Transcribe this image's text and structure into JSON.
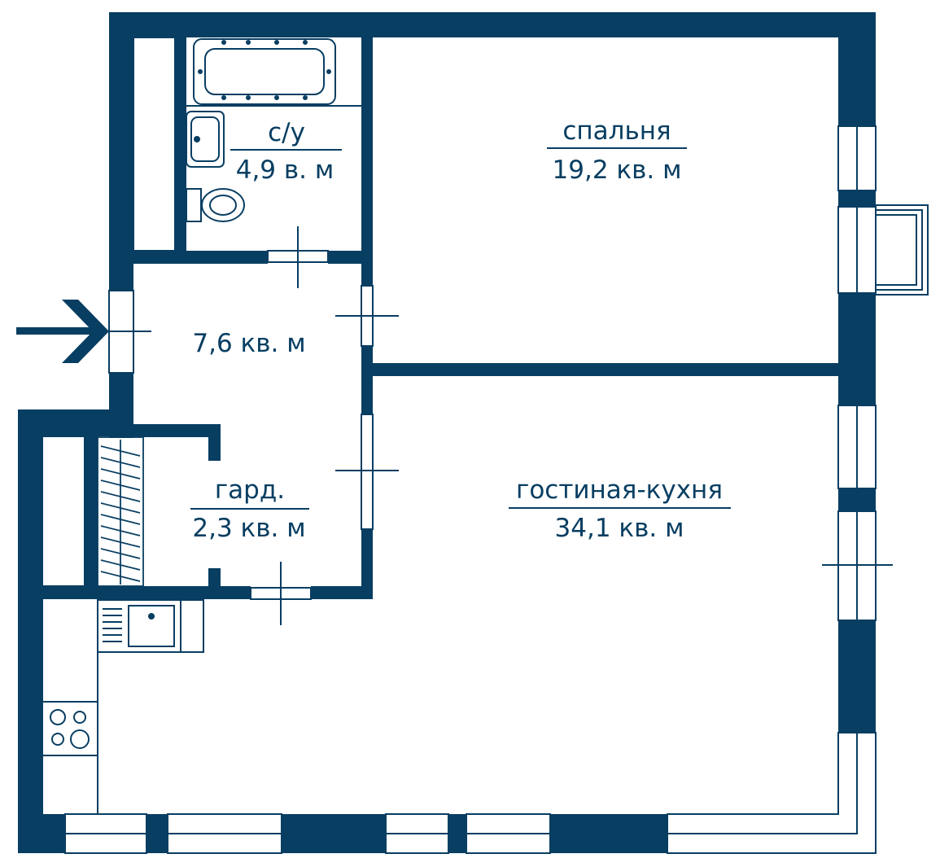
{
  "colors": {
    "wall": "#083e62",
    "background": "#ffffff"
  },
  "rooms": {
    "bathroom": {
      "name": "с/у",
      "area": "4,9 в. м"
    },
    "bedroom": {
      "name": "спальня",
      "area": "19,2 кв. м"
    },
    "hallway": {
      "area": "7,6 кв. м"
    },
    "wardrobe": {
      "name": "гард.",
      "area": "2,3 кв. м"
    },
    "living_kitchen": {
      "name": "гостиная-кухня",
      "area": "34,1 кв. м"
    }
  },
  "icons": [
    "entrance-arrow-icon",
    "bathtub-icon",
    "sink-icon",
    "toilet-icon",
    "kitchen-sink-icon",
    "stove-icon",
    "wardrobe-rail-icon"
  ]
}
